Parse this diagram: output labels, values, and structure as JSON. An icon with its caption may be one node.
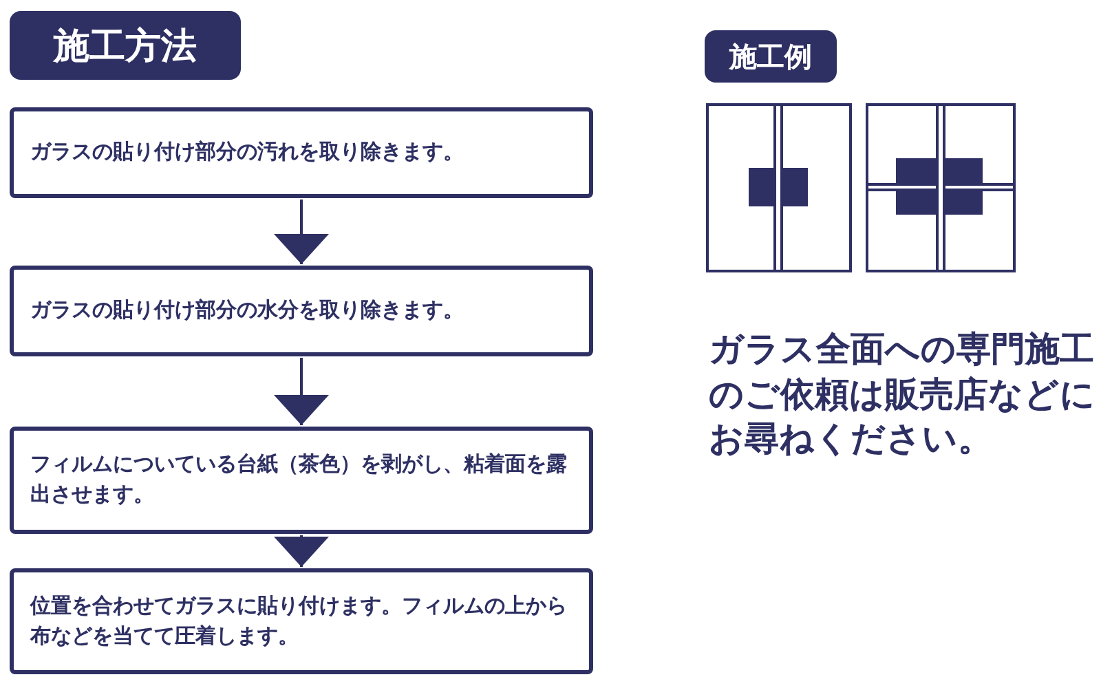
{
  "diagram": {
    "nodes": [
      {
        "text": [
          "施工方法"
        ]
      },
      {
        "text": [
          "ガラスの貼り付け部分の汚れを取り除きます。"
        ]
      },
      {
        "text": [
          "ガラスの貼り付け部分の水分を取り除きます。"
        ]
      },
      {
        "text": [
          "フィルムについている台紙（茶色）を剥がし、粘着面を露出させます。"
        ]
      },
      {
        "text": [
          "位置を合わせてガラスに貼り付けます。フィルムの上から布などを当てて圧着します。"
        ]
      },
      {
        "text": [
          "施工例"
        ]
      }
    ],
    "edges": [
      {
        "from": 1,
        "to": 2,
        "arrow": "to"
      },
      {
        "from": 2,
        "to": 3,
        "arrow": "to"
      },
      {
        "from": 3,
        "to": 4,
        "arrow": "to"
      }
    ],
    "labels": [
      "ガラス全面への専門施工のご依頼は販売店などにお尋ねください。"
    ]
  }
}
